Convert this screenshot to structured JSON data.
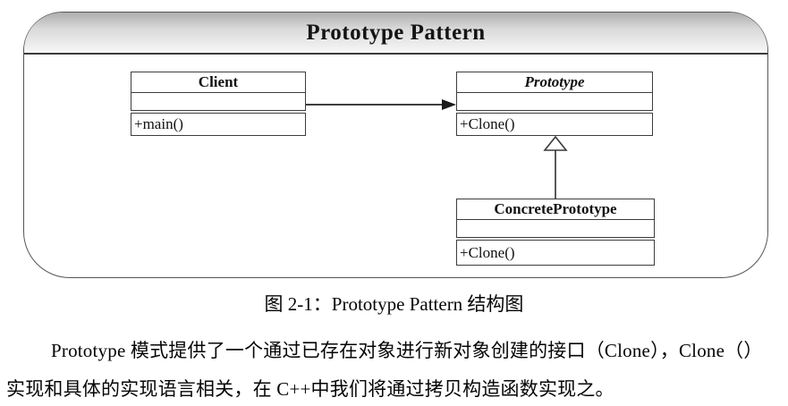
{
  "page": {
    "background_color": "#ffffff",
    "text_color": "#050505"
  },
  "diagram": {
    "title": "Prototype Pattern",
    "frame": {
      "border_color": "#55565a",
      "header_gradient_top": "#aeaeae",
      "header_gradient_bottom": "#f7f7f7",
      "line_color": "#3d3d3f"
    },
    "classes": [
      {
        "name": "Client",
        "attributes": "",
        "methods": "+main()"
      },
      {
        "name": "Prototype",
        "attributes": "",
        "methods": "+Clone()"
      },
      {
        "name": "ConcretePrototype",
        "attributes": "",
        "methods": "+Clone()"
      }
    ],
    "connectors": [
      {
        "type": "association-arrow",
        "from": "Client",
        "to": "Prototype"
      },
      {
        "type": "generalization-triangle",
        "from": "ConcretePrototype",
        "to": "Prototype"
      }
    ]
  },
  "caption": "图 2-1：Prototype Pattern 结构图",
  "paragraph": {
    "lines": [
      "Prototype 模式提供了一个通过已存在对象进行新对象创建的接口（Clone），Clone（）",
      "实现和具体的实现语言相关，在 C++中我们将通过拷贝构造函数实现之。"
    ]
  }
}
